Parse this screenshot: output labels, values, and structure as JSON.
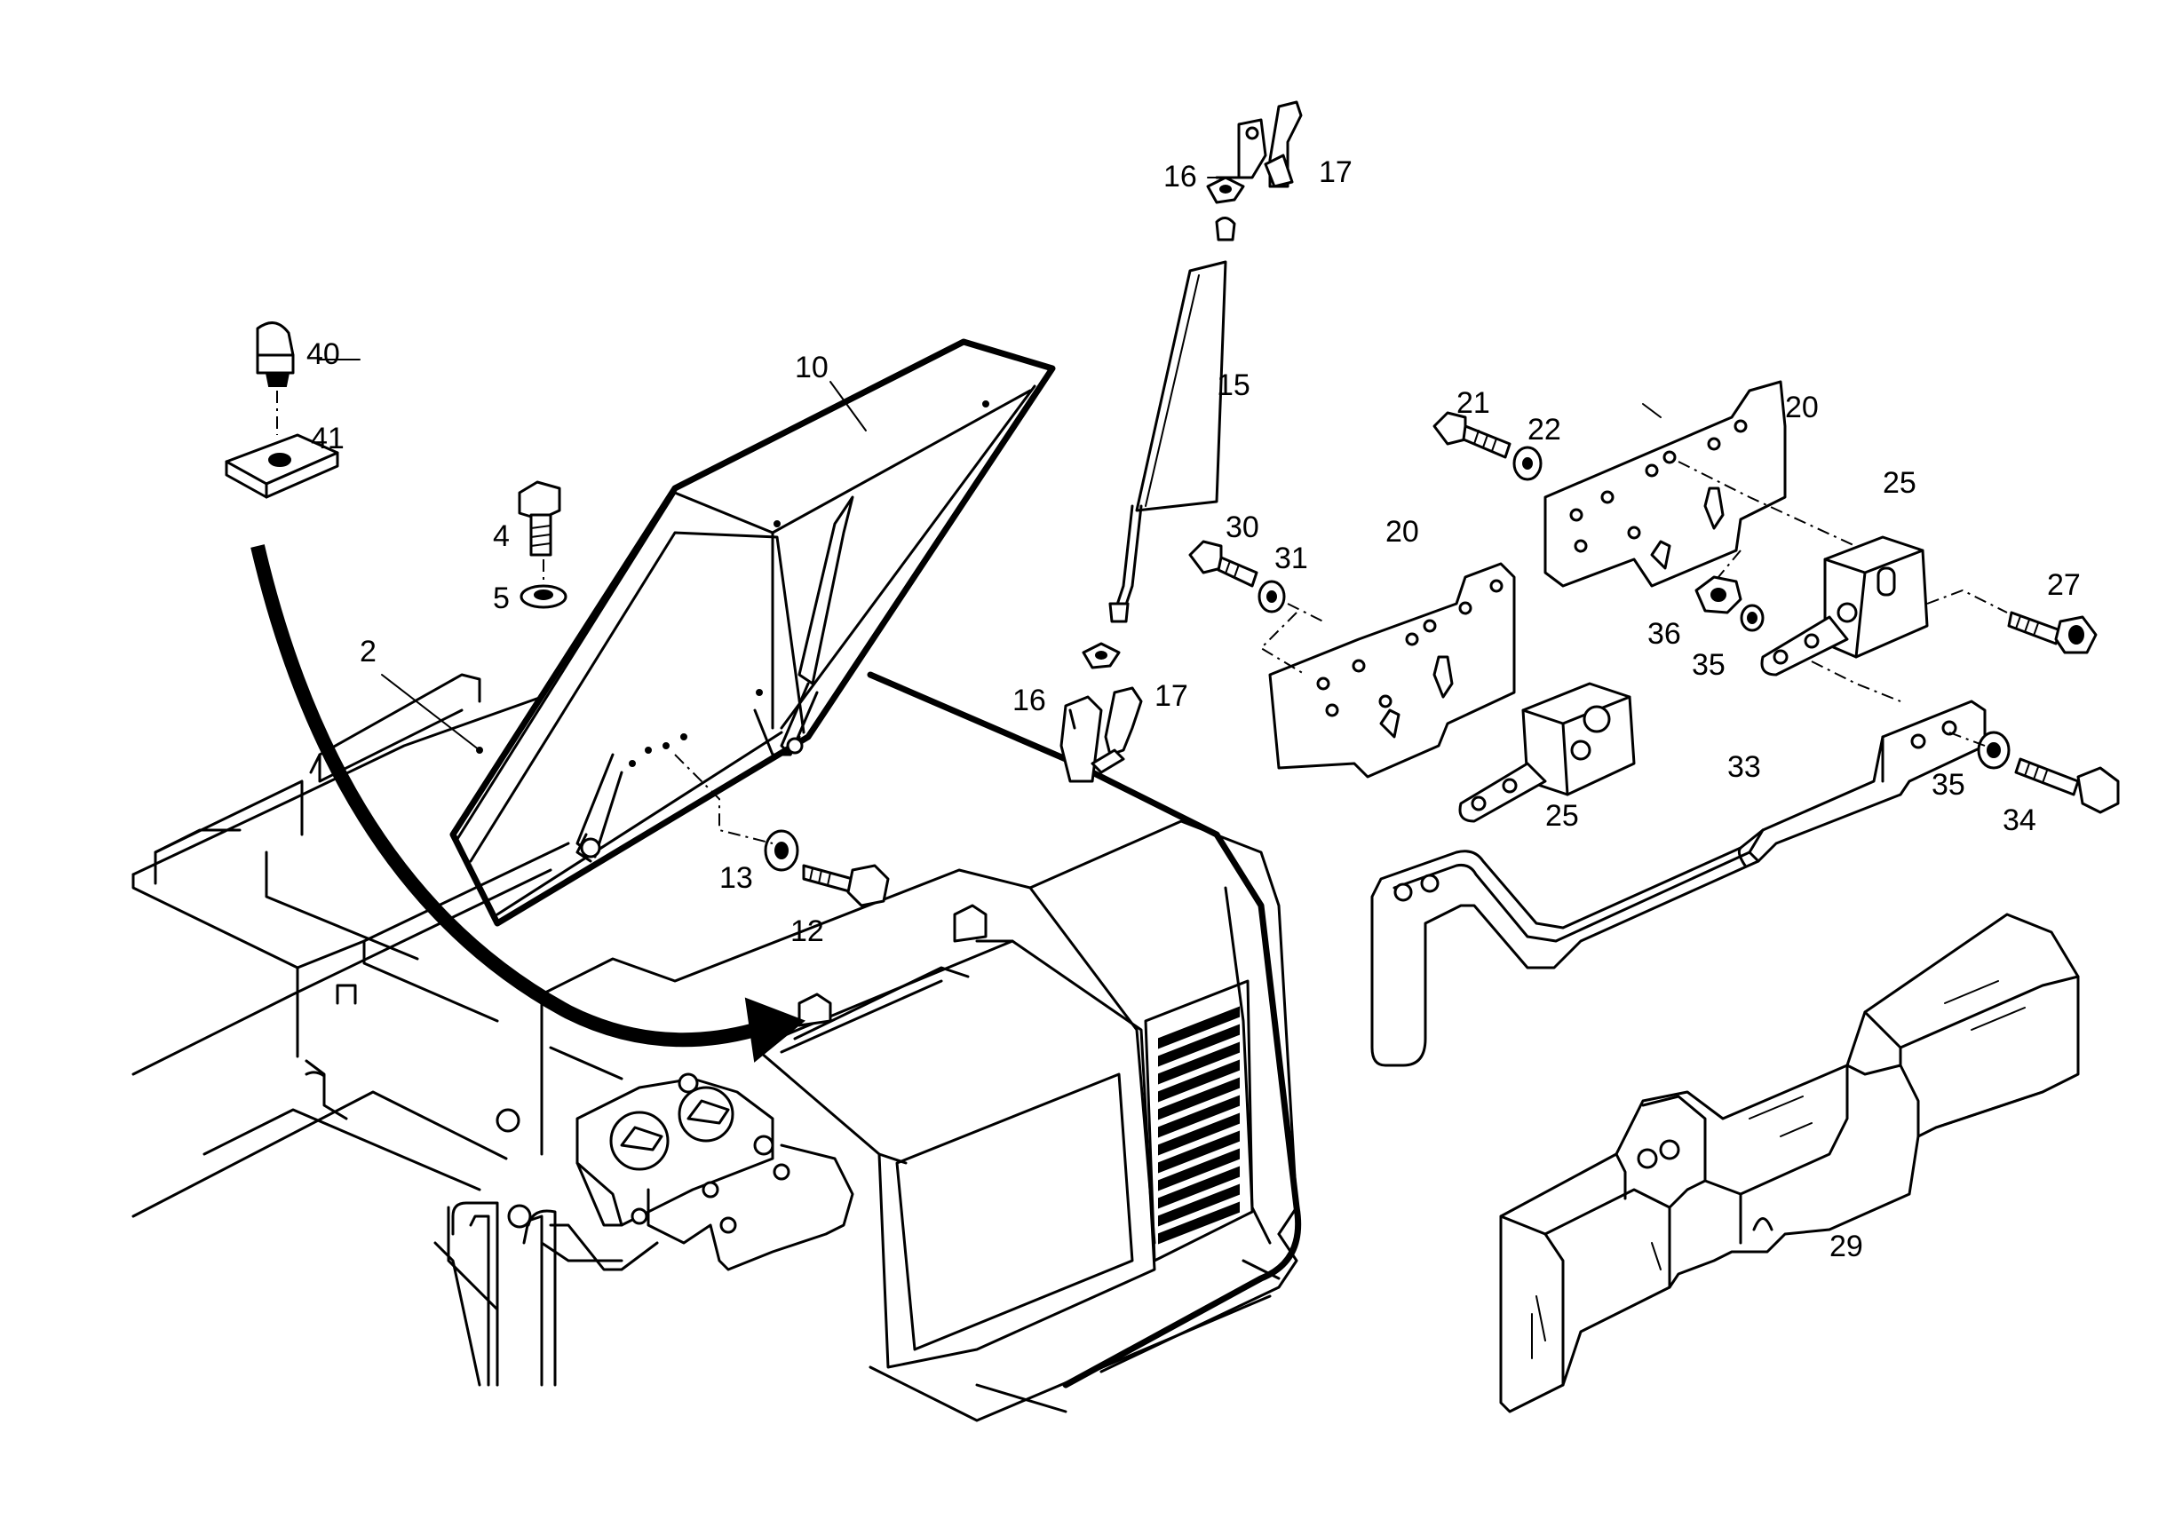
{
  "callouts": {
    "c2": "2",
    "c4": "4",
    "c5": "5",
    "c10": "10",
    "c12": "12",
    "c13": "13",
    "c15": "15",
    "c16_top": "16",
    "c17_top": "17",
    "c16_bottom": "16",
    "c17_bottom": "17",
    "c20_front": "20",
    "c20_back": "20",
    "c21": "21",
    "c22": "22",
    "c25_left": "25",
    "c25_right": "25",
    "c27": "27",
    "c29": "29",
    "c30": "30",
    "c31": "31",
    "c33": "33",
    "c34": "34",
    "c35_left": "35",
    "c35_right": "35",
    "c36": "36",
    "c40": "40",
    "c41": "41"
  }
}
